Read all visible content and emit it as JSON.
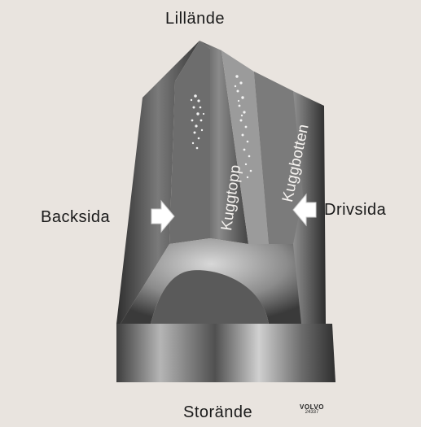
{
  "labels": {
    "top": "Lillände",
    "bottom": "Storände",
    "left": "Backsida",
    "right": "Drivsida",
    "crest": "Kuggtopp",
    "root": "Kuggbotten"
  },
  "logo": {
    "brand": "VOLVO",
    "code": "24337"
  },
  "colors": {
    "background": "#e9e4df",
    "metal_dark": "#2b2b2b",
    "metal_light": "#d6d6d6",
    "arrow_fill": "#ffffff",
    "text": "#1a1a1a"
  }
}
